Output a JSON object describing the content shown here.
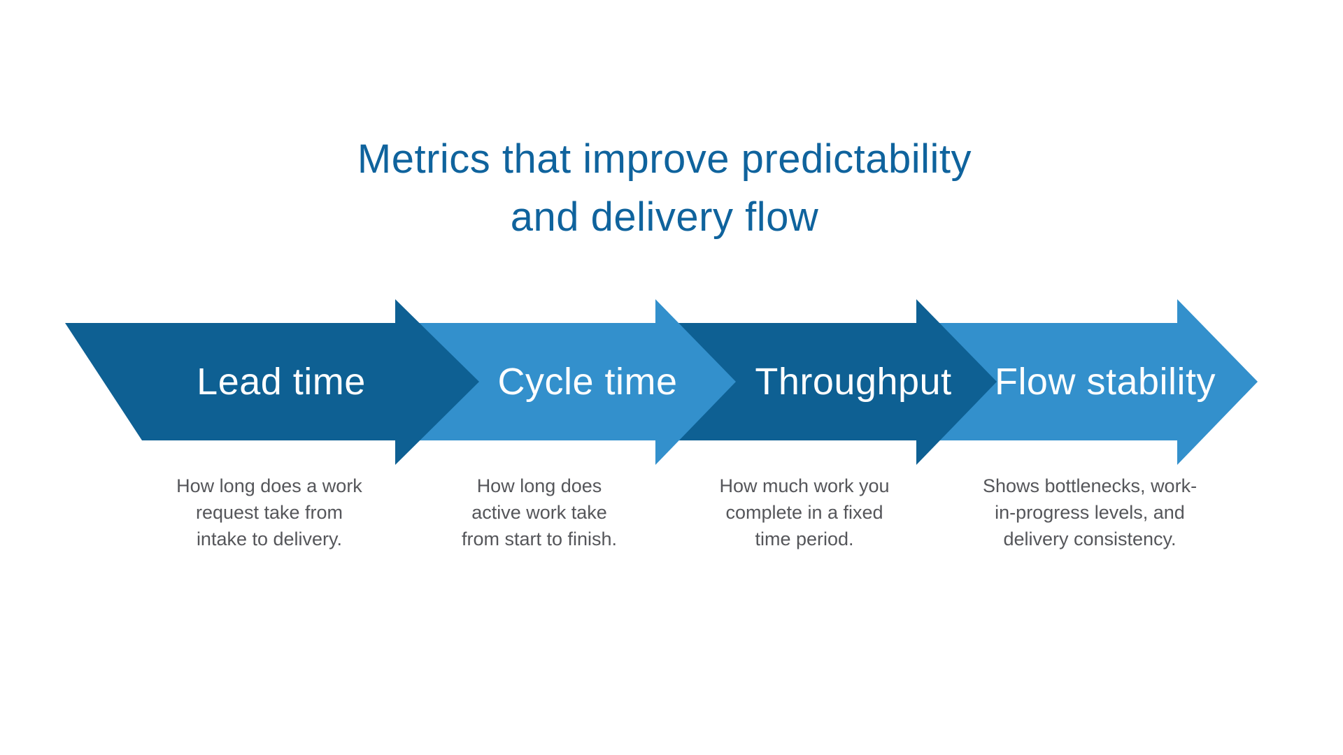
{
  "title": {
    "line1": "Metrics that improve predictability",
    "line2": "and delivery flow"
  },
  "colors": {
    "dark": "#0e6093",
    "light": "#3390cc",
    "title": "#0f639d",
    "description_text": "#55565a",
    "label_text": "#ffffff",
    "background": "#ffffff"
  },
  "arrows": [
    {
      "label": "Lead time",
      "tone": "dark",
      "description_lines": [
        "How long does a work",
        "request take from",
        "intake to delivery."
      ]
    },
    {
      "label": "Cycle time",
      "tone": "light",
      "description_lines": [
        "How long does",
        "active work take",
        "from start to finish."
      ]
    },
    {
      "label": "Throughput",
      "tone": "dark",
      "description_lines": [
        "How much work you",
        "complete in a fixed",
        "time period."
      ]
    },
    {
      "label": "Flow stability",
      "tone": "light",
      "description_lines": [
        "Shows bottlenecks, work-",
        "in-progress levels, and",
        "delivery consistency."
      ]
    }
  ]
}
